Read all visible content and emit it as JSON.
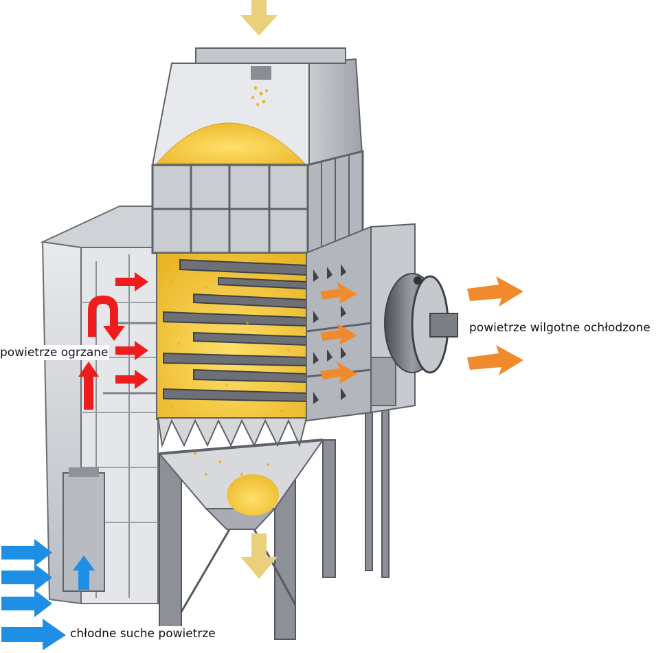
{
  "labels": {
    "heated_air": "powietrze ogrzane",
    "moist_cooled_air": "powietrze wilgotne ochłodzone",
    "cool_dry_air": "chłodne suche powietrze"
  },
  "colors": {
    "background": "#ffffff",
    "steel_light": "#d6d8dc",
    "steel_mid": "#a9acb2",
    "steel_dark": "#5e6167",
    "grain": "#f4c43a",
    "grain_dark": "#d9a21c",
    "grain_arrow": "#e8cc6a",
    "hot_air_arrow": "#ee1c1c",
    "exhaust_arrow": "#f08a2c",
    "cold_air_arrow": "#1f8fe6"
  },
  "icons": {
    "grain_inflow": "down-arrow-icon",
    "grain_outflow": "down-arrow-icon",
    "hot_air": "red-arrow-icon",
    "exhaust": "orange-arrow-icon",
    "cold_air": "blue-arrow-icon",
    "fan": "fan-icon"
  }
}
